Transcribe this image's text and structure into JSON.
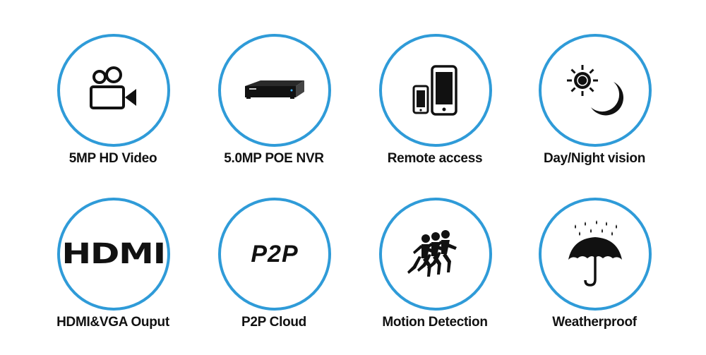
{
  "colors": {
    "ring": "#2f9bd8",
    "icon": "#111111",
    "label": "#111111"
  },
  "features": [
    {
      "label": "5MP HD Video",
      "icon": "video-camera-icon"
    },
    {
      "label": "5.0MP POE NVR",
      "icon": "nvr-recorder-icon"
    },
    {
      "label": "Remote access",
      "icon": "mobile-devices-icon"
    },
    {
      "label": "Day/Night vision",
      "icon": "sun-moon-icon"
    },
    {
      "label": "HDMI&VGA Ouput",
      "icon": "hdmi-logo-icon",
      "icon_text": "HDMI"
    },
    {
      "label": "P2P Cloud",
      "icon": "p2p-logo-icon",
      "icon_text": "P2P"
    },
    {
      "label": "Motion Detection",
      "icon": "running-people-icon"
    },
    {
      "label": "Weatherproof",
      "icon": "umbrella-rain-icon"
    }
  ]
}
